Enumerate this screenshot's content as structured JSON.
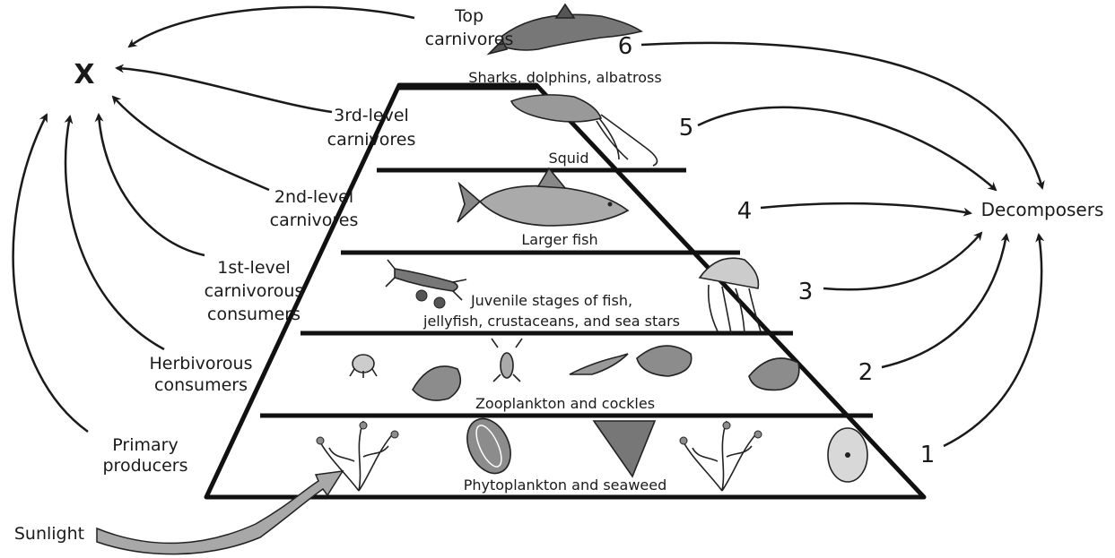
{
  "title": "",
  "target_label": "X",
  "decomposers_label": "Decomposers",
  "sunlight_label": "Sunlight",
  "levels": [
    {
      "number": "1",
      "side_label": [
        "Primary",
        "producers"
      ],
      "tier_label": "Phytoplankton and seaweed"
    },
    {
      "number": "2",
      "side_label": [
        "Herbivorous",
        "consumers"
      ],
      "tier_label": "Zooplankton and cockles"
    },
    {
      "number": "3",
      "side_label": [
        "1st-level",
        "carnivorous",
        "consumers"
      ],
      "tier_label": [
        "Juvenile stages of fish,",
        "jellyfish, crustaceans, and sea stars"
      ]
    },
    {
      "number": "4",
      "side_label": [
        "2nd-level",
        "carnivores"
      ],
      "tier_label": "Larger fish"
    },
    {
      "number": "5",
      "side_label": [
        "3rd-level",
        "carnivores"
      ],
      "tier_label": "Squid"
    },
    {
      "number": "6",
      "side_label": [
        "Top",
        "carnivores"
      ],
      "tier_label": "Sharks, dolphins, albatross"
    }
  ],
  "icons": [
    "seaweed-icon",
    "diatom-icon",
    "cockle-icon",
    "copepod-icon",
    "lobster-icon",
    "jellyfish-icon",
    "fish-icon",
    "squid-icon",
    "dolphin-icon",
    "arrow-icon"
  ],
  "colors": {
    "line": "#1a1a1a",
    "sunlight_arrow": "#a8a8a8",
    "organism_fill": "#8c8c8c"
  }
}
